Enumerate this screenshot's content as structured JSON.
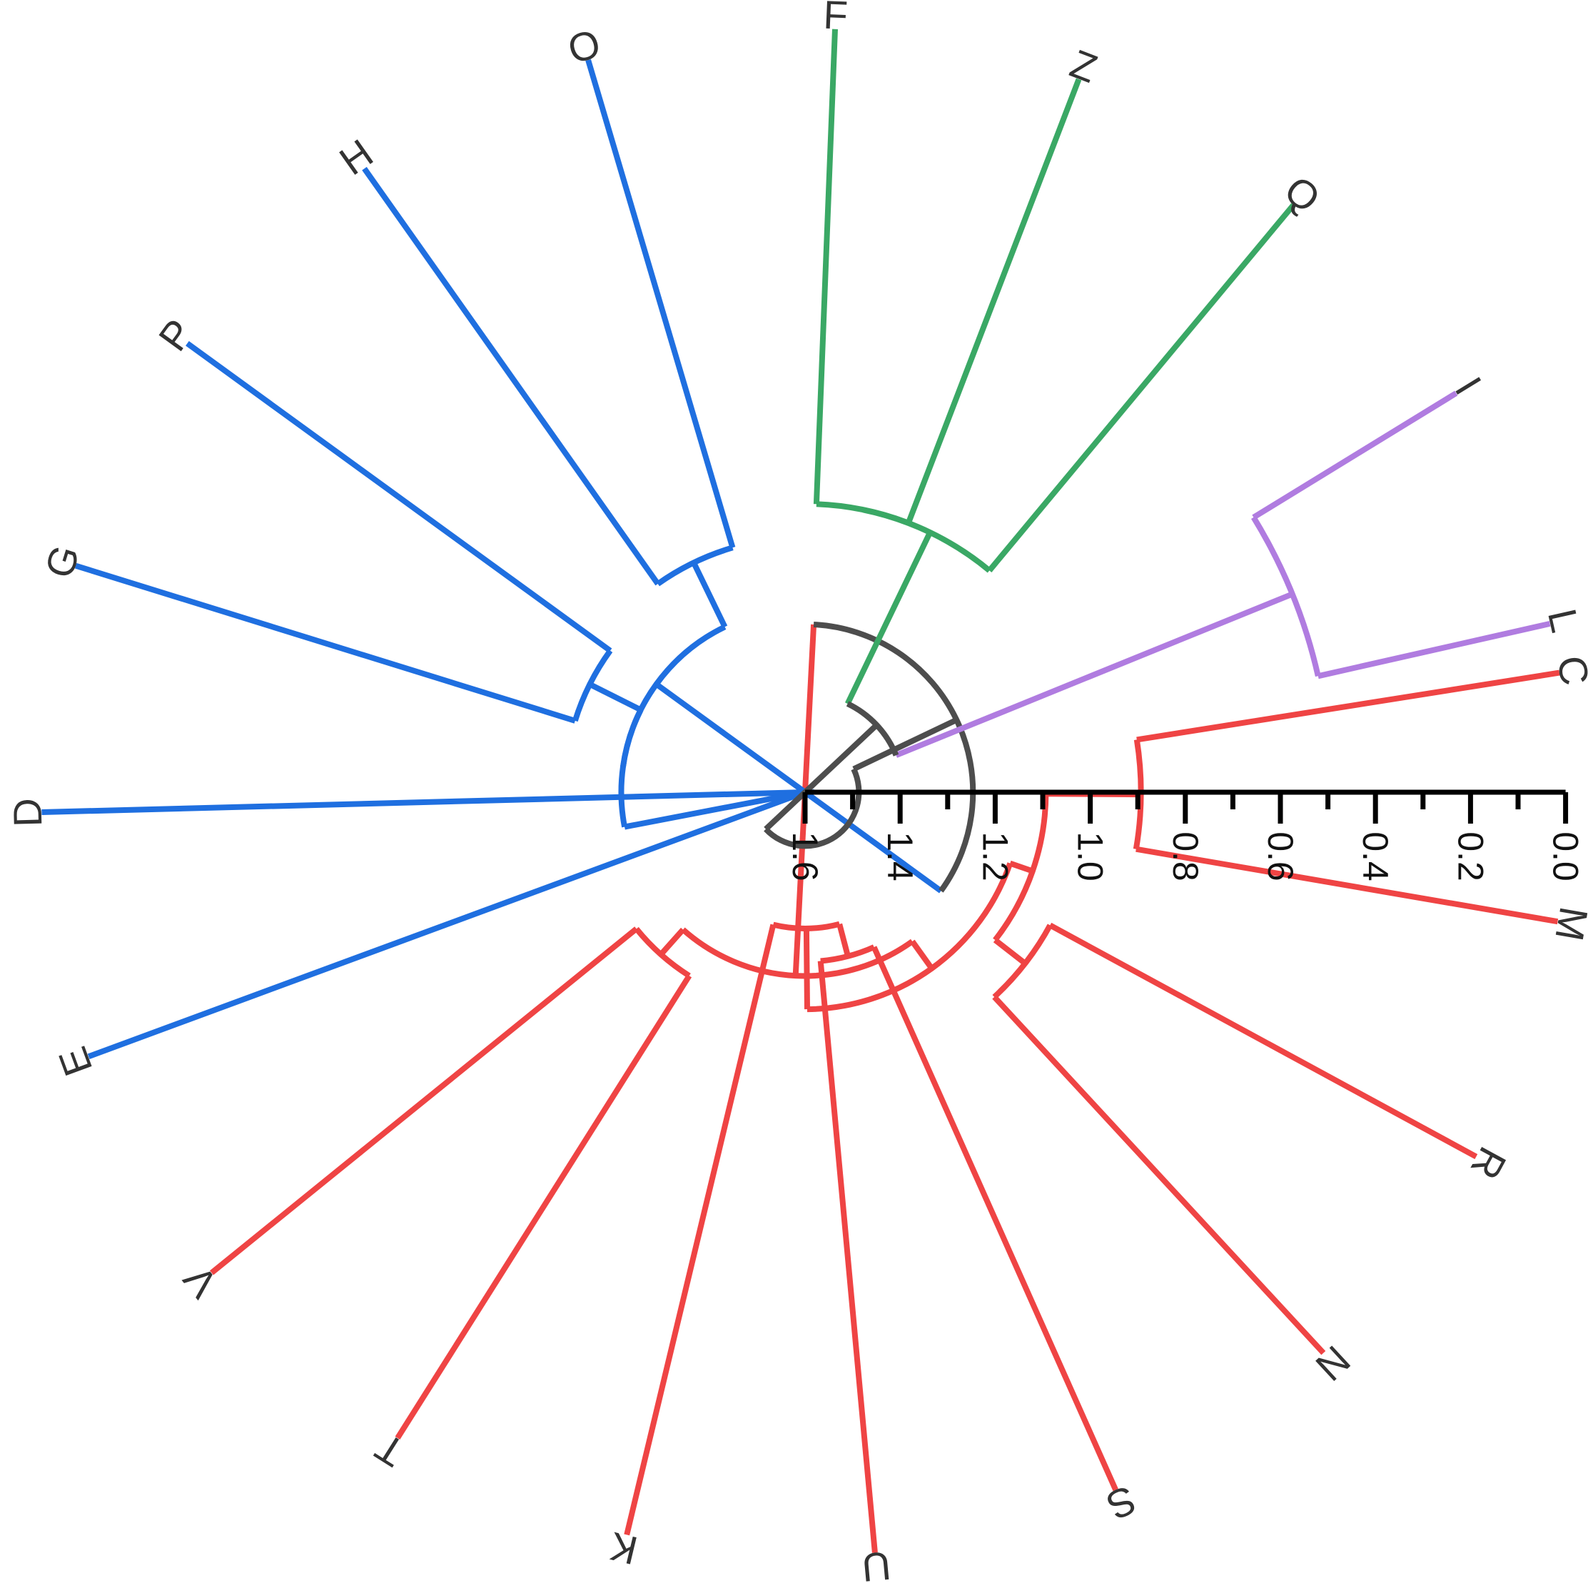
{
  "scale": {
    "ticks": [
      1.6,
      1.4,
      1.2,
      1.0,
      0.8,
      0.6,
      0.4,
      0.2,
      0.0
    ],
    "tick_labels": [
      "1.6",
      "1.4",
      "1.2",
      "1.0",
      "0.8",
      "0.6",
      "0.4",
      "0.2",
      "0.0"
    ],
    "minor_step": 0.1
  },
  "colors": {
    "root": "#4d4d4d",
    "red": "#ef4444",
    "blue": "#1f6fe0",
    "green": "#3aa865",
    "purple": "#b07ce0"
  },
  "chart_data": {
    "type": "circular-dendrogram",
    "height_range": [
      0.0,
      1.6
    ],
    "leaves": [
      {
        "label": "C",
        "cluster": "red"
      },
      {
        "label": "M",
        "cluster": "red"
      },
      {
        "label": "R",
        "cluster": "red"
      },
      {
        "label": "N",
        "cluster": "red"
      },
      {
        "label": "S",
        "cluster": "red"
      },
      {
        "label": "U",
        "cluster": "red"
      },
      {
        "label": "K",
        "cluster": "red"
      },
      {
        "label": "T",
        "cluster": "red"
      },
      {
        "label": "V",
        "cluster": "red"
      },
      {
        "label": "E",
        "cluster": "blue"
      },
      {
        "label": "D",
        "cluster": "blue"
      },
      {
        "label": "G",
        "cluster": "blue"
      },
      {
        "label": "P",
        "cluster": "blue"
      },
      {
        "label": "H",
        "cluster": "blue"
      },
      {
        "label": "O",
        "cluster": "blue"
      },
      {
        "label": "F",
        "cluster": "green"
      },
      {
        "label": "Z",
        "cluster": "green"
      },
      {
        "label": "Q",
        "cluster": "green"
      },
      {
        "label": "I",
        "cluster": "purple"
      },
      {
        "label": "L",
        "cluster": "purple"
      }
    ],
    "merges": [
      {
        "id": "m_CM",
        "children": [
          "C",
          "M"
        ],
        "height": 0.9,
        "cluster": "red"
      },
      {
        "id": "m_RN",
        "children": [
          "R",
          "N"
        ],
        "height": 1.02,
        "cluster": "red"
      },
      {
        "id": "m_RNCM",
        "children": [
          "m_RN",
          "m_CM"
        ],
        "height": 1.1,
        "cluster": "red"
      },
      {
        "id": "m_SU",
        "children": [
          "S",
          "U"
        ],
        "height": 1.25,
        "cluster": "red"
      },
      {
        "id": "m_SUK",
        "children": [
          "m_SU",
          "K"
        ],
        "height": 1.32,
        "cluster": "red"
      },
      {
        "id": "m_SUKRNCM",
        "children": [
          "m_SUK",
          "m_RNCM"
        ],
        "height": 1.15,
        "cluster": "red"
      },
      {
        "id": "m_TV",
        "children": [
          "T",
          "V"
        ],
        "height": 1.15,
        "cluster": "red"
      },
      {
        "id": "m_red",
        "children": [
          "m_SUKRNCM",
          "m_TV"
        ],
        "height": 1.22,
        "cluster": "red"
      },
      {
        "id": "m_ED",
        "children": [
          "E",
          "D"
        ],
        "height": 1.62,
        "cluster": "blue"
      },
      {
        "id": "m_GP",
        "children": [
          "G",
          "P"
        ],
        "height": 1.1,
        "cluster": "blue"
      },
      {
        "id": "m_EDGP",
        "children": [
          "m_ED",
          "m_GP"
        ],
        "height": 1.22,
        "cluster": "blue"
      },
      {
        "id": "m_HO",
        "children": [
          "H",
          "O"
        ],
        "height": 1.07,
        "cluster": "blue"
      },
      {
        "id": "m_blue",
        "children": [
          "m_EDGP",
          "m_HO"
        ],
        "height": 1.22,
        "cluster": "blue"
      },
      {
        "id": "m_redblue",
        "children": [
          "m_red",
          "m_blue"
        ],
        "height": 1.96,
        "cluster": "root"
      },
      {
        "id": "m_FZ",
        "children": [
          "F",
          "Z"
        ],
        "height": 1.0,
        "cluster": "green"
      },
      {
        "id": "m_green",
        "children": [
          "m_FZ",
          "Q"
        ],
        "height": 1.0,
        "cluster": "green"
      },
      {
        "id": "m_IL",
        "children": [
          "I",
          "L"
        ],
        "height": 0.5,
        "cluster": "purple"
      },
      {
        "id": "m_greenpurple",
        "children": [
          "m_green",
          "m_IL"
        ],
        "height": 1.4,
        "cluster": "root"
      },
      {
        "id": "m_root",
        "children": [
          "m_redblue",
          "m_greenpurple"
        ],
        "height": 1.72,
        "cluster": "root"
      }
    ]
  }
}
